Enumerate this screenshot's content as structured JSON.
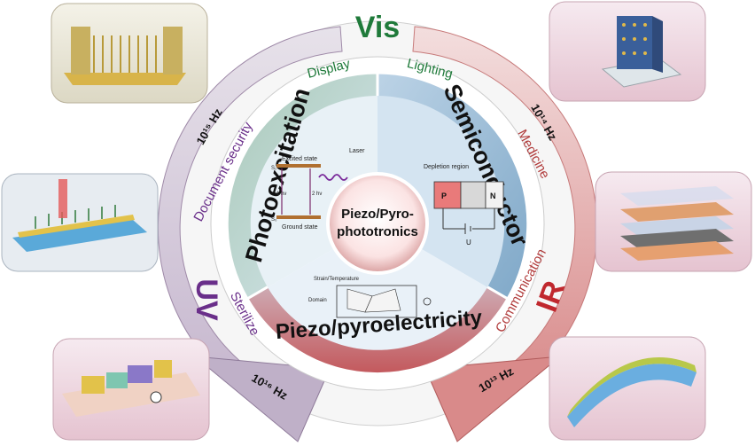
{
  "bands": {
    "vis": "Vis",
    "uv": "UV",
    "ir": "IR"
  },
  "frequencies": {
    "f15": "10¹⁵ Hz",
    "f14": "10¹⁴ Hz",
    "f16": "10¹⁶ Hz",
    "f13": "10¹³ Hz"
  },
  "applications": {
    "display": "Display",
    "lighting": "Lighting",
    "medicine": "Medicine",
    "communication": "Communication",
    "sterilize": "Sterilize",
    "document_security": "Document security"
  },
  "sectors": {
    "photoexcitation": "Photoexcitation",
    "semiconductor": "Semiconductor",
    "piezo": "Piezo/pyroelectricity"
  },
  "center": {
    "line1": "Piezo/Pyro-",
    "line2": "phototronics"
  },
  "photo_inset": {
    "excited_state": "Excited state",
    "ground_state": "Ground state",
    "laser": "Laser",
    "s1": "S₁",
    "s0": "S₀",
    "hv1": "1 hν",
    "hv2": "2 hν"
  },
  "semi_inset": {
    "depletion": "Depletion region",
    "p": "P",
    "n": "N",
    "u": "U"
  },
  "piezo_inset": {
    "strain": "Strain/Temperature",
    "domain": "Domain"
  },
  "colors": {
    "vis": "#1f7a3a",
    "uv": "#6a2f8a",
    "ir": "#c0282e",
    "medicine": "#b03a3a"
  }
}
